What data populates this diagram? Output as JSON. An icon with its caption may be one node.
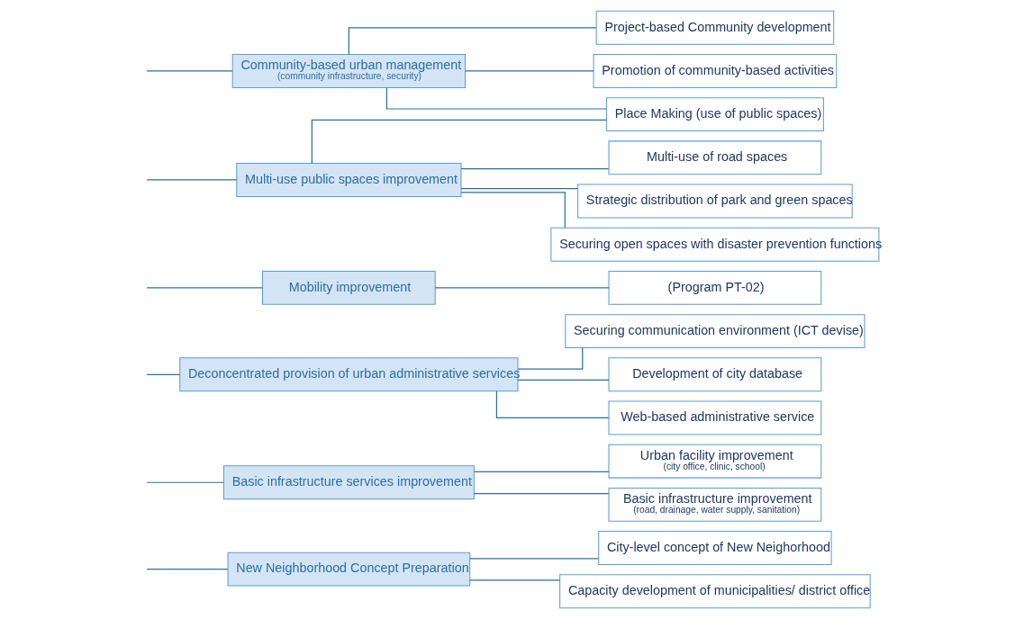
{
  "diagram": {
    "nodes": [
      {
        "text": [
          "New Neighborhood Concept Preparation"
        ]
      },
      {
        "text": [
          "City-level concept of New Neighorhood"
        ]
      },
      {
        "text": [
          "Capacity development of municipalities/ district office"
        ]
      },
      {
        "text": [
          "Basic infrastructure services improvement"
        ]
      },
      {
        "text": [
          "Urban facility improvement",
          "(city office, clinic, school)"
        ]
      },
      {
        "text": [
          "Basic infrastructure improvement",
          "(road, drainage, water supply, sanitation)"
        ]
      },
      {
        "text": [
          "Deconcentrated provision of urban administrative services"
        ]
      },
      {
        "text": [
          "Securing communication environment (ICT devise)"
        ]
      },
      {
        "text": [
          "Development of city database"
        ]
      },
      {
        "text": [
          "Web-based administrative service"
        ]
      },
      {
        "text": [
          "Mobility improvement"
        ]
      },
      {
        "text": [
          "(Program PT-02)"
        ]
      },
      {
        "text": [
          "Multi-use public spaces improvement"
        ]
      },
      {
        "text": [
          "Multi-use of road spaces"
        ]
      },
      {
        "text": [
          "Strategic distribution of park and green spaces"
        ]
      },
      {
        "text": [
          "Securing open spaces with disaster prevention functions"
        ]
      },
      {
        "text": [
          "Place Making (use of public spaces)"
        ]
      },
      {
        "text": [
          "Community-based urban management",
          "(community infrastructure, security)"
        ]
      },
      {
        "text": [
          "Project-based Community development"
        ]
      },
      {
        "text": [
          "Promotion of community-based activities"
        ]
      }
    ],
    "edges": [
      {
        "from": null,
        "to": 0,
        "arrow": "none"
      },
      {
        "from": null,
        "to": 3,
        "arrow": "none"
      },
      {
        "from": null,
        "to": 6,
        "arrow": "none"
      },
      {
        "from": null,
        "to": 10,
        "arrow": "none"
      },
      {
        "from": null,
        "to": 12,
        "arrow": "none"
      },
      {
        "from": null,
        "to": 17,
        "arrow": "none"
      },
      {
        "from": 0,
        "to": 1,
        "arrow": "none"
      },
      {
        "from": 0,
        "to": 2,
        "arrow": "none"
      },
      {
        "from": 3,
        "to": 4,
        "arrow": "none"
      },
      {
        "from": 3,
        "to": 5,
        "arrow": "none"
      },
      {
        "from": 6,
        "to": 7,
        "arrow": "none"
      },
      {
        "from": 6,
        "to": 8,
        "arrow": "none"
      },
      {
        "from": 6,
        "to": 9,
        "arrow": "none"
      },
      {
        "from": 10,
        "to": 11,
        "arrow": "none"
      },
      {
        "from": 12,
        "to": 13,
        "arrow": "none"
      },
      {
        "from": 12,
        "to": 14,
        "arrow": "none"
      },
      {
        "from": 12,
        "to": 15,
        "arrow": "none"
      },
      {
        "from": 12,
        "to": 16,
        "arrow": "none"
      },
      {
        "from": 17,
        "to": 16,
        "arrow": "none"
      },
      {
        "from": 17,
        "to": 18,
        "arrow": "none"
      },
      {
        "from": 17,
        "to": 19,
        "arrow": "none"
      }
    ]
  }
}
